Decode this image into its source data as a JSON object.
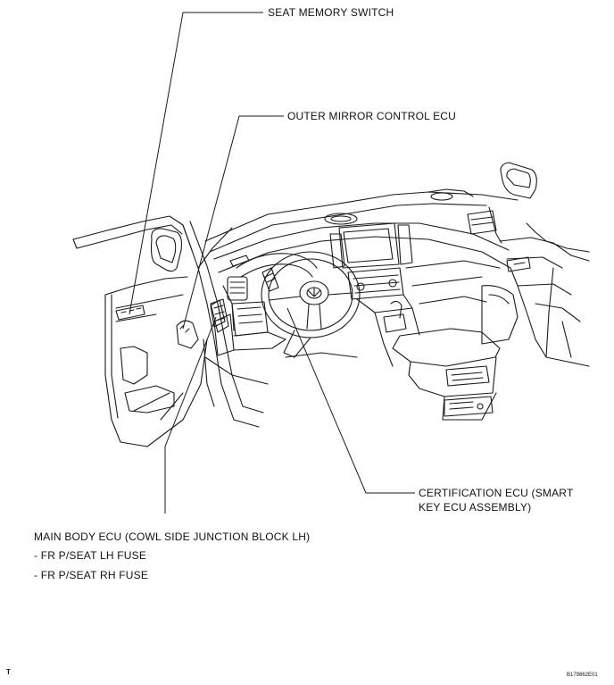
{
  "callouts": {
    "seat_memory_switch": "SEAT MEMORY SWITCH",
    "outer_mirror_control_ecu": "OUTER MIRROR CONTROL ECU",
    "certification_ecu_line1": "CERTIFICATION ECU (SMART",
    "certification_ecu_line2": "KEY ECU ASSEMBLY)",
    "main_body_ecu": "MAIN BODY ECU (COWL SIDE JUNCTION BLOCK LH)",
    "fuse_lh": "- FR P/SEAT LH FUSE",
    "fuse_rh": "- FR P/SEAT RH FUSE"
  },
  "footer": {
    "corner_mark": "T",
    "figure_code": "B179862E01"
  },
  "colors": {
    "line": "#1a1a1a",
    "background": "#ffffff"
  }
}
